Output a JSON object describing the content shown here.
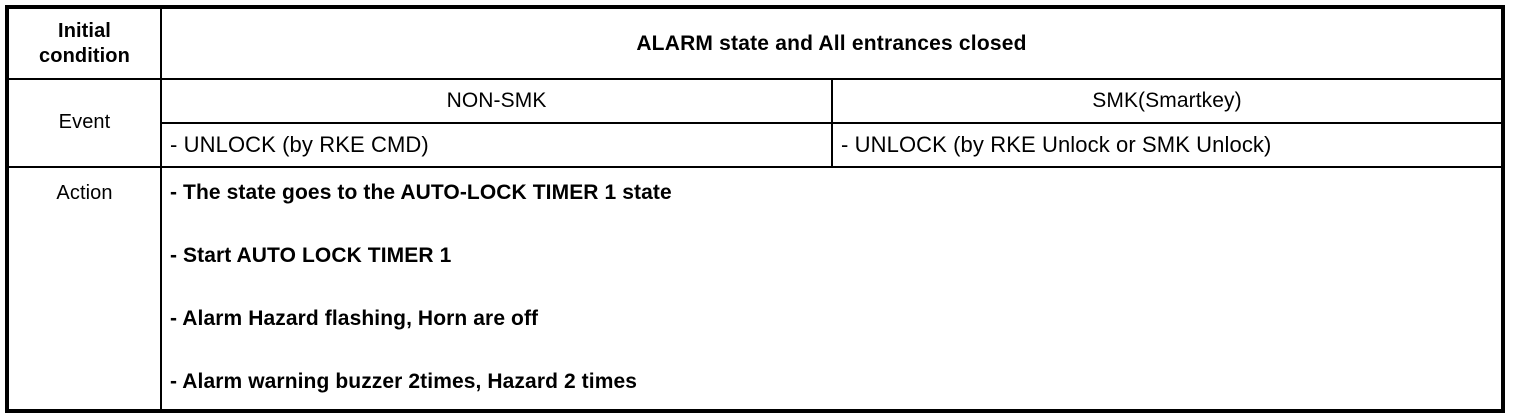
{
  "table": {
    "row_labels": {
      "initial_condition": "Initial\ncondition",
      "initial_condition_line1": "Initial",
      "initial_condition_line2": "condition",
      "event": "Event",
      "action": "Action"
    },
    "header": {
      "state_title": "ALARM state and All entrances closed"
    },
    "columns": [
      {
        "key": "non_smk",
        "label": "NON-SMK"
      },
      {
        "key": "smk",
        "label": "SMK(Smartkey)"
      }
    ],
    "event_row": {
      "non_smk": "- UNLOCK (by RKE CMD)",
      "smk": "- UNLOCK (by RKE Unlock or SMK Unlock)"
    },
    "action_items": [
      "- The state goes to the AUTO-LOCK TIMER 1 state",
      "- Start AUTO LOCK TIMER 1",
      "- Alarm Hazard flashing, Horn are off",
      "- Alarm warning buzzer 2times, Hazard 2 times"
    ]
  },
  "colors": {
    "border": "#000000",
    "text": "#000000",
    "background": "#ffffff"
  }
}
